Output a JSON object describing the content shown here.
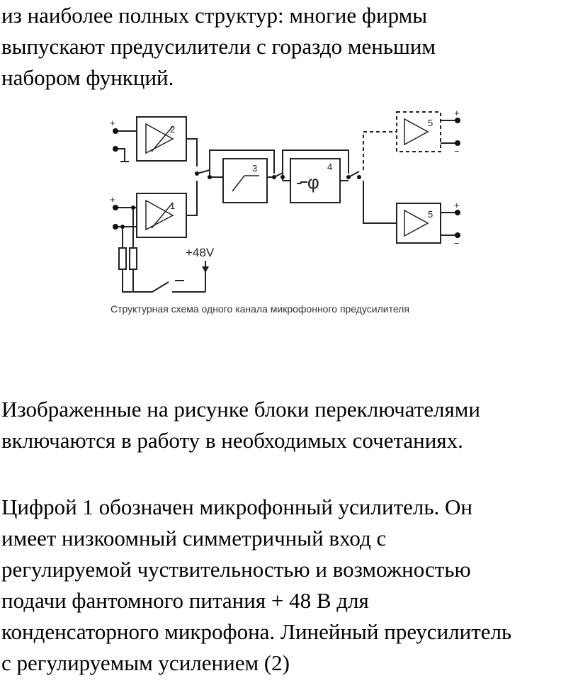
{
  "intro": {
    "lines": [
      "из наиболее полных структур: многие фирмы",
      "выпускают предусилители с гораздо меньшим",
      "набором функций."
    ]
  },
  "figure": {
    "caption": "Структурная схема одного канала микрофонного предусилителя",
    "block_labels": {
      "b1": "1",
      "b2": "2",
      "b3": "3",
      "b4": "4",
      "b5_top": "5",
      "b5_bottom": "5"
    },
    "phase_symbol": "- φ",
    "phantom_label": "+48V",
    "terminal_plus": "+",
    "terminal_minus": "−"
  },
  "para2": {
    "lines": [
      "Изображенные на рисунке блоки переключателями",
      "включаются в работу в необходимых сочетаниях."
    ]
  },
  "para3": {
    "lines": [
      "Цифрой 1 обозначен микрофонный усилитель. Он",
      "имеет низкоомный симметричный вход с",
      "регулируемой чуствительностью и возможностью",
      "подачи фантомного питания + 48 В для",
      "конденсаторного микрофона. Линейный преусилитель",
      "с регулируемым усилением (2)"
    ]
  }
}
